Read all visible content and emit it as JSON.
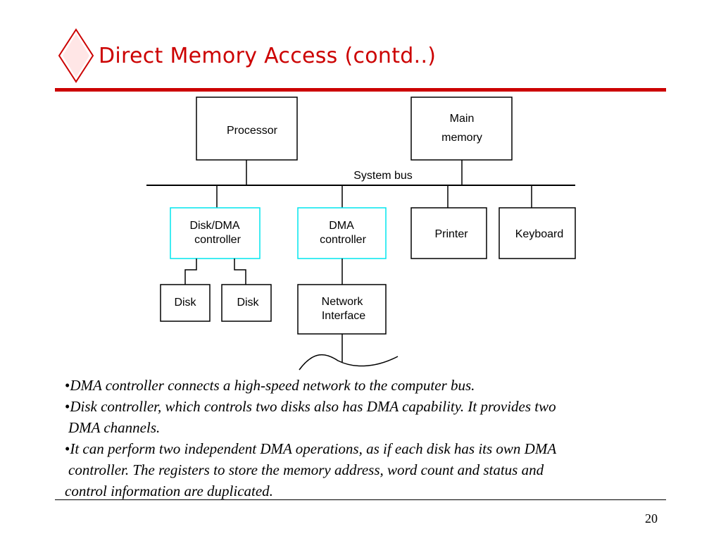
{
  "slide": {
    "title": "Direct Memory Access (contd..)",
    "page_number": "20"
  },
  "diagram": {
    "processor": "Processor",
    "main_memory_line1": "Main",
    "main_memory_line2": "memory",
    "system_bus": "System bus",
    "disk_dma_line1": "Disk/DMA",
    "disk_dma_line2": "controller",
    "dma_line1": "DMA",
    "dma_line2": "controller",
    "printer": "Printer",
    "keyboard": "Keyboard",
    "disk1": "Disk",
    "disk2": "Disk",
    "network_line1": "Network",
    "network_line2": "Interface"
  },
  "bullets": [
    {
      "line1": "DMA controller connects a high-speed network to the computer bus."
    },
    {
      "line1": "Disk controller, which controls two disks also has DMA capability. It provides two",
      "line2": "DMA channels."
    },
    {
      "line1": "It can perform two independent DMA operations, as if each disk has its own DMA",
      "line2": "controller. The registers to store the memory address, word count and status and",
      "line3": "control information are duplicated."
    }
  ],
  "colors": {
    "title": "#cc0000",
    "dma_box_border": "#00e5ee"
  }
}
